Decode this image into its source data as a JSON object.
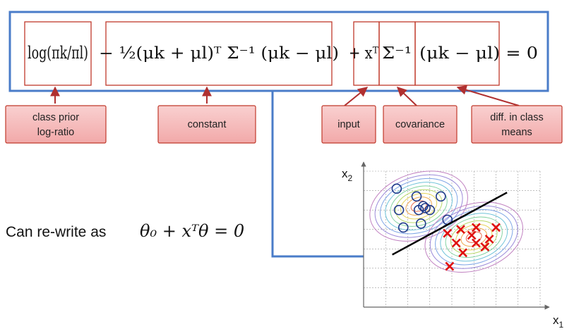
{
  "equation": {
    "term_prior": "log(πk/πl)",
    "term_constant": "− ½(μk + μl)ᵀ Σ⁻¹ (μk − μl)",
    "term_input": "+ xᵀ",
    "term_covariance": "Σ⁻¹",
    "term_diff": "(μk − μl) = 0"
  },
  "annotations": [
    {
      "line1": "class prior",
      "line2": "log-ratio"
    },
    {
      "line1": "constant",
      "line2": ""
    },
    {
      "line1": "input",
      "line2": ""
    },
    {
      "line1": "covariance",
      "line2": ""
    },
    {
      "line1": "diff. in class",
      "line2": "means"
    }
  ],
  "rewrite": {
    "prefix": "Can re-write as",
    "formula": "θ₀ + xᵀθ = 0"
  },
  "plot": {
    "ylabel": "x",
    "ylabel_sub": "2",
    "xlabel": "x",
    "xlabel_sub": "1",
    "xlim": [
      -3,
      5
    ],
    "ylim": [
      -5,
      2
    ],
    "boundary": {
      "x": [
        -1.7,
        3.5
      ],
      "y": [
        -2.3,
        0.9
      ]
    },
    "class_circles": [
      {
        "x": -1.5,
        "y": 1.1
      },
      {
        "x": -1.4,
        "y": 0.0
      },
      {
        "x": -0.6,
        "y": 0.7
      },
      {
        "x": -0.5,
        "y": 0.0
      },
      {
        "x": -0.3,
        "y": 0.2
      },
      {
        "x": -0.2,
        "y": 0.1
      },
      {
        "x": 0.0,
        "y": 0.0
      },
      {
        "x": 0.5,
        "y": 0.7
      },
      {
        "x": -1.2,
        "y": -0.9
      },
      {
        "x": -0.4,
        "y": -0.7
      },
      {
        "x": 0.8,
        "y": -0.5
      }
    ],
    "class_crosses": [
      {
        "x": 0.8,
        "y": -1.2
      },
      {
        "x": 1.4,
        "y": -1.0
      },
      {
        "x": 2.1,
        "y": -0.9
      },
      {
        "x": 3.0,
        "y": -0.9
      },
      {
        "x": 1.2,
        "y": -1.7
      },
      {
        "x": 1.9,
        "y": -1.3
      },
      {
        "x": 2.1,
        "y": -1.7
      },
      {
        "x": 2.7,
        "y": -1.5
      },
      {
        "x": 2.5,
        "y": -1.9
      },
      {
        "x": 1.5,
        "y": -2.2
      },
      {
        "x": 0.9,
        "y": -2.9
      }
    ],
    "circle_color": "#1f3a8a",
    "cross_color": "#e01010",
    "boundary_color": "#000000"
  },
  "colors": {
    "frame": "#4a7cc9",
    "label_box_fill": "#f4b8b8",
    "label_box_stroke": "#c0392b",
    "highlight_box": "#c0392b",
    "arrow": "#b03030",
    "connector": "#4a7cc9"
  }
}
